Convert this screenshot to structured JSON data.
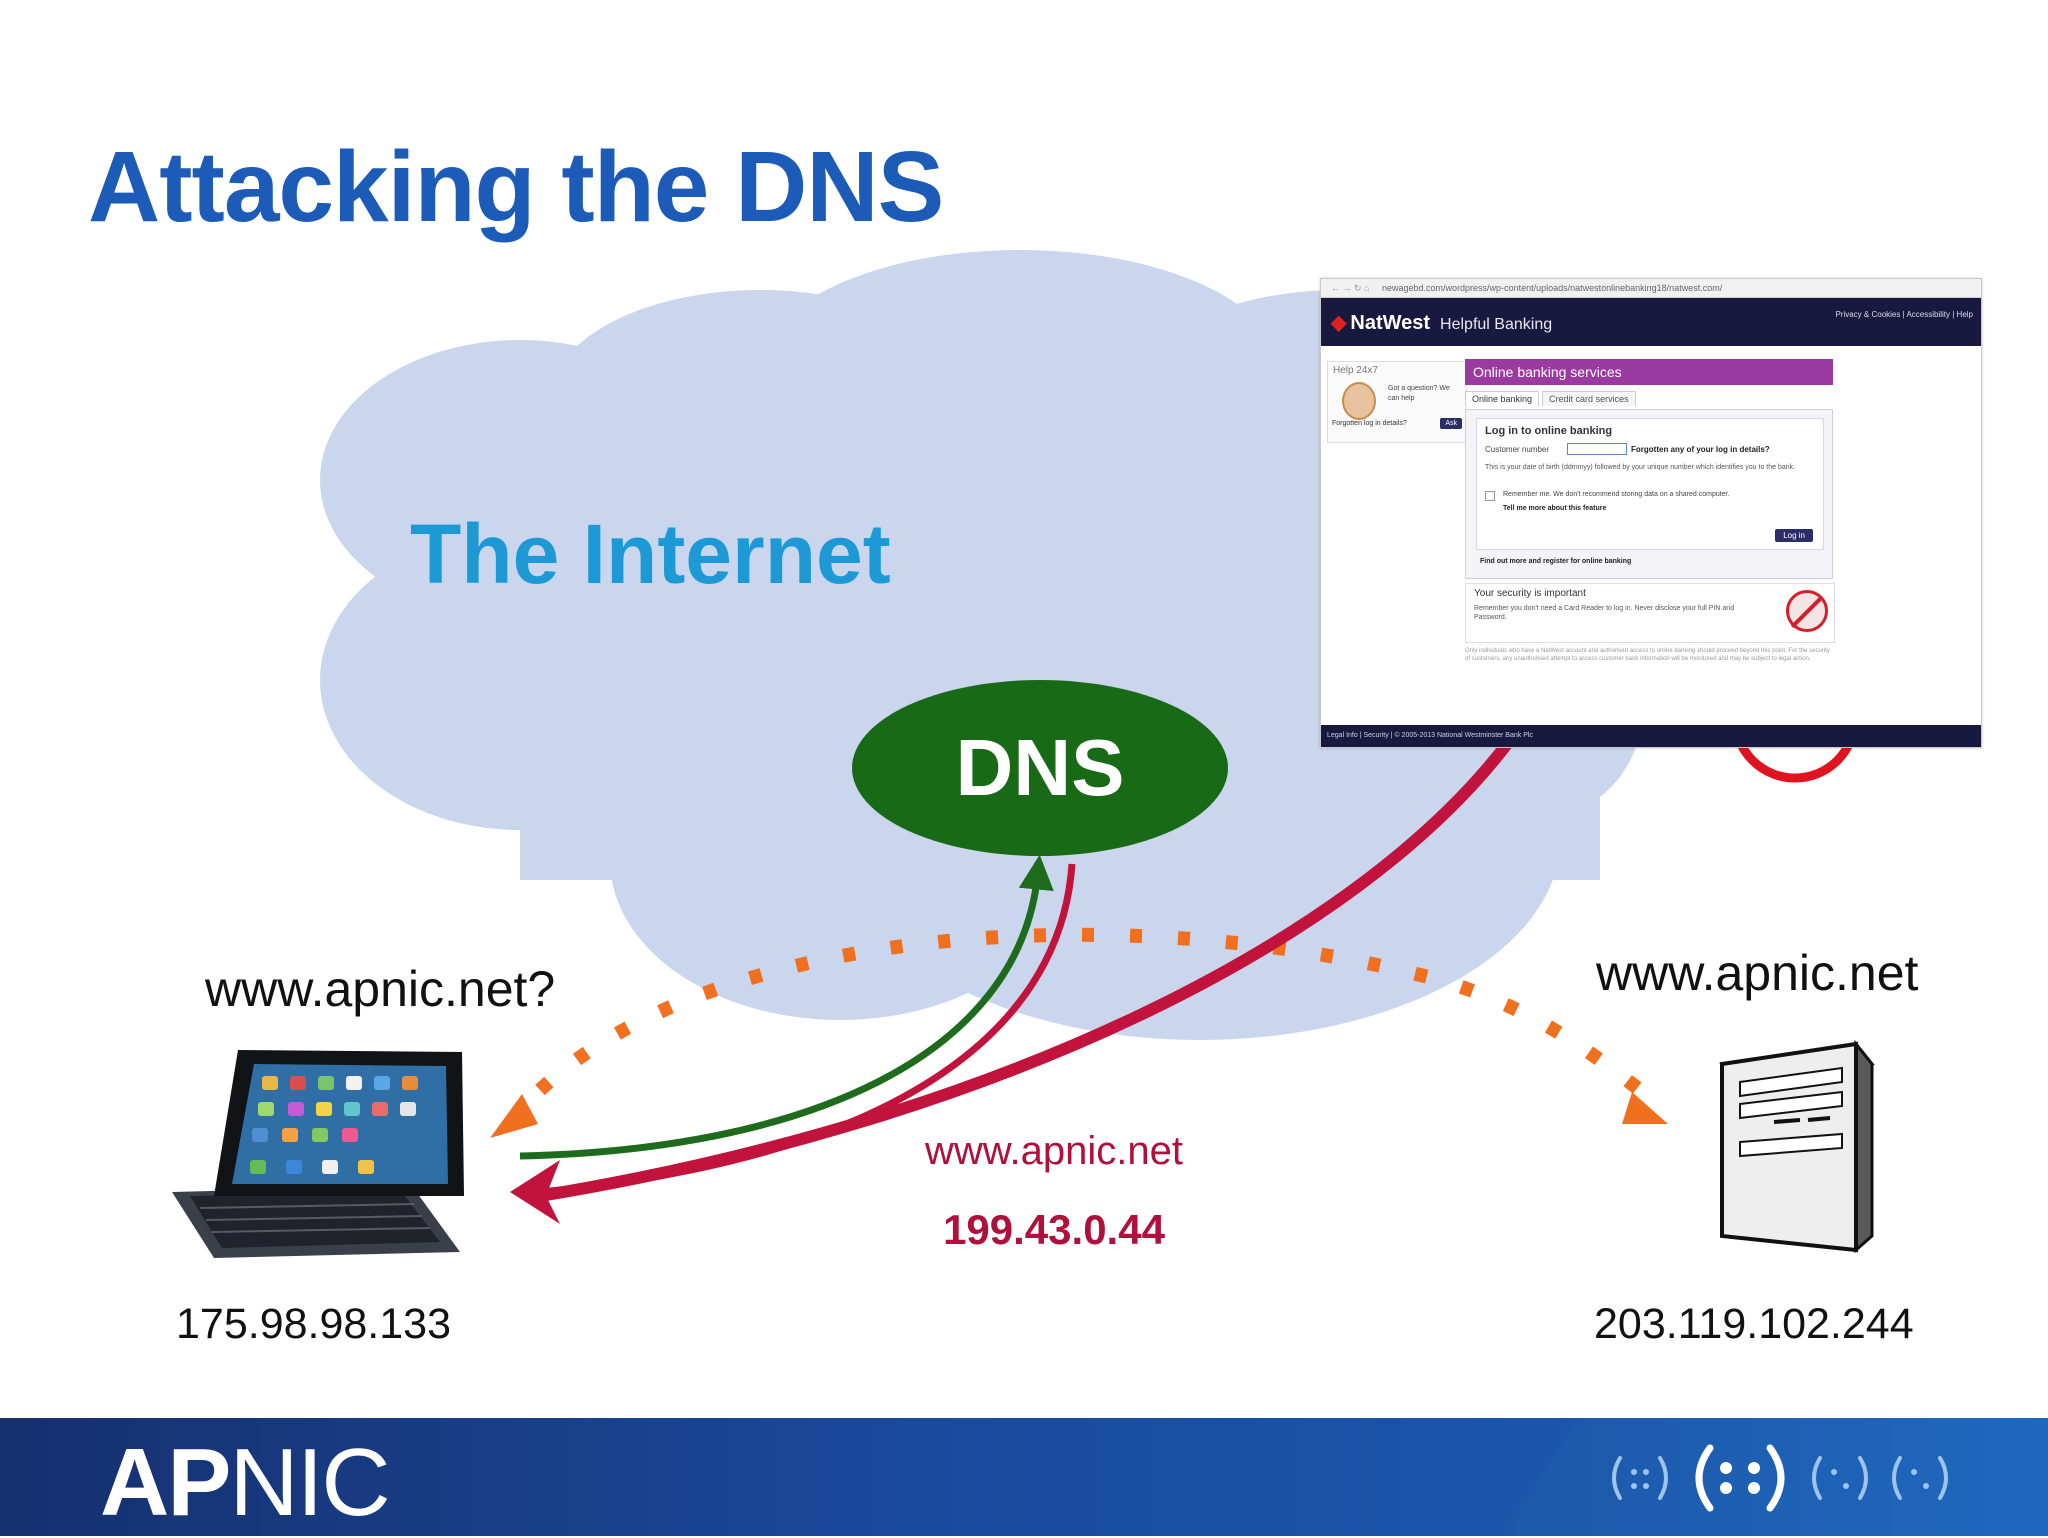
{
  "slide": {
    "title": "Attacking the DNS",
    "cloud_label": "The Internet",
    "dns_label": "DNS",
    "query_label": "www.apnic.net?",
    "server_label": "www.apnic.net",
    "client_ip": "175.98.98.133",
    "server_ip": "203.119.102.244",
    "answer_name": "www.apnic.net",
    "answer_ip": "199.43.0.44",
    "footer_logo": "APNIC",
    "colors": {
      "title": "#1c5bb8",
      "cloud": "#cad6ed",
      "cloud_label": "#1d9ad6",
      "dns": "#196a16",
      "genuine_path": "#f07020",
      "query_arrow": "#1e6b1e",
      "spoof_arrow": "#c2133d",
      "footer": "#1a4a9c"
    },
    "icons": [
      "tablet-keyboard-icon",
      "server-icon",
      "no-entry-icon",
      "apnic-mark-icon"
    ]
  },
  "phish_page": {
    "url": "newagebd.com/wordpress/wp-content/uploads/natwestonlinebanking18/natwest.com/",
    "brand": "NatWest",
    "tagline": "Helpful Banking",
    "header_links": "Privacy & Cookies | Accessibility | Help",
    "help_title": "Help 24x7",
    "help_question": "Got a question? We can help",
    "help_forgot": "Forgotten log in details?",
    "help_ask": "Ask",
    "banner": "Online banking services",
    "tab_online": "Online banking",
    "tab_credit": "Credit card services",
    "login_title": "Log in to online banking",
    "customer_number": "Customer number",
    "forgotten": "Forgotten any of your log in details?",
    "customer_help": "This is your date of birth (ddmmyy) followed by your unique number which identifies you to the bank.",
    "remember": "Remember me. We don't recommend storing data on a shared computer.",
    "tell_more": "Tell me more about this feature",
    "login_button": "Log in",
    "register": "Find out more and register for online banking",
    "security_title": "Your security is important",
    "security_text": "Remember you don't need a Card Reader to log in. Never disclose your full PIN and Password.",
    "fineprint": "Only individuals who have a NatWest account and authorised access to online banking should proceed beyond this point. For the security of customers, any unauthorised attempt to access customer bank information will be monitored and may be subject to legal action.",
    "footer": "Legal Info | Security | © 2005-2013 National Westminster Bank Plc"
  }
}
